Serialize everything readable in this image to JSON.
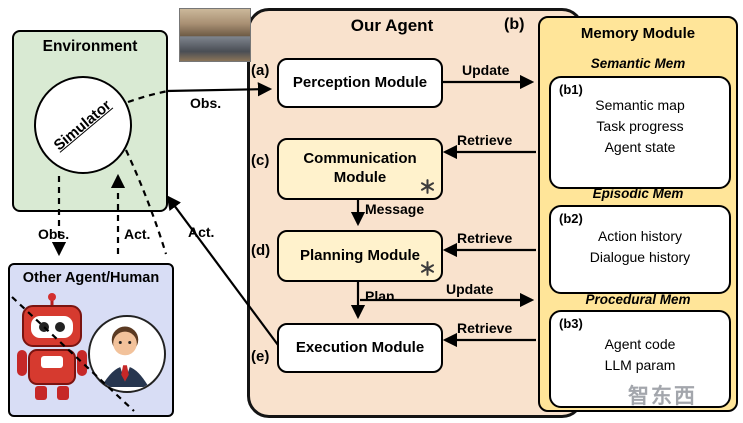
{
  "environment": {
    "title": "Environment",
    "simulator": "Simulator"
  },
  "other_agent": {
    "title": "Other Agent/Human"
  },
  "agent": {
    "title": "Our Agent",
    "perception": {
      "tag": "(a)",
      "label": "Perception Module"
    },
    "communication": {
      "tag": "(c)",
      "label": "Communication Module"
    },
    "planning": {
      "tag": "(d)",
      "label": "Planning Module"
    },
    "execution": {
      "tag": "(e)",
      "label": "Execution Module"
    }
  },
  "memory": {
    "tag": "(b)",
    "title": "Memory Module",
    "semantic": {
      "header": "Semantic Mem",
      "tag": "(b1)",
      "items": [
        "Semantic map",
        "Task progress",
        "Agent state"
      ]
    },
    "episodic": {
      "header": "Episodic Mem",
      "tag": "(b2)",
      "items": [
        "Action history",
        "Dialogue history"
      ]
    },
    "procedural": {
      "header": "Procedural Mem",
      "tag": "(b3)",
      "items": [
        "Agent code",
        "LLM param"
      ]
    }
  },
  "arrows": {
    "obs": "Obs.",
    "act": "Act.",
    "update": "Update",
    "retrieve": "Retrieve",
    "message": "Message",
    "plan": "Plan"
  },
  "colors": {
    "environment_bg": "#d9ead3",
    "other_agent_bg": "#d8ddf5",
    "agent_bg": "#f9e2cd",
    "memory_bg": "#ffe599",
    "llm_module_bg": "#fff2cc"
  },
  "watermark": "智东西"
}
